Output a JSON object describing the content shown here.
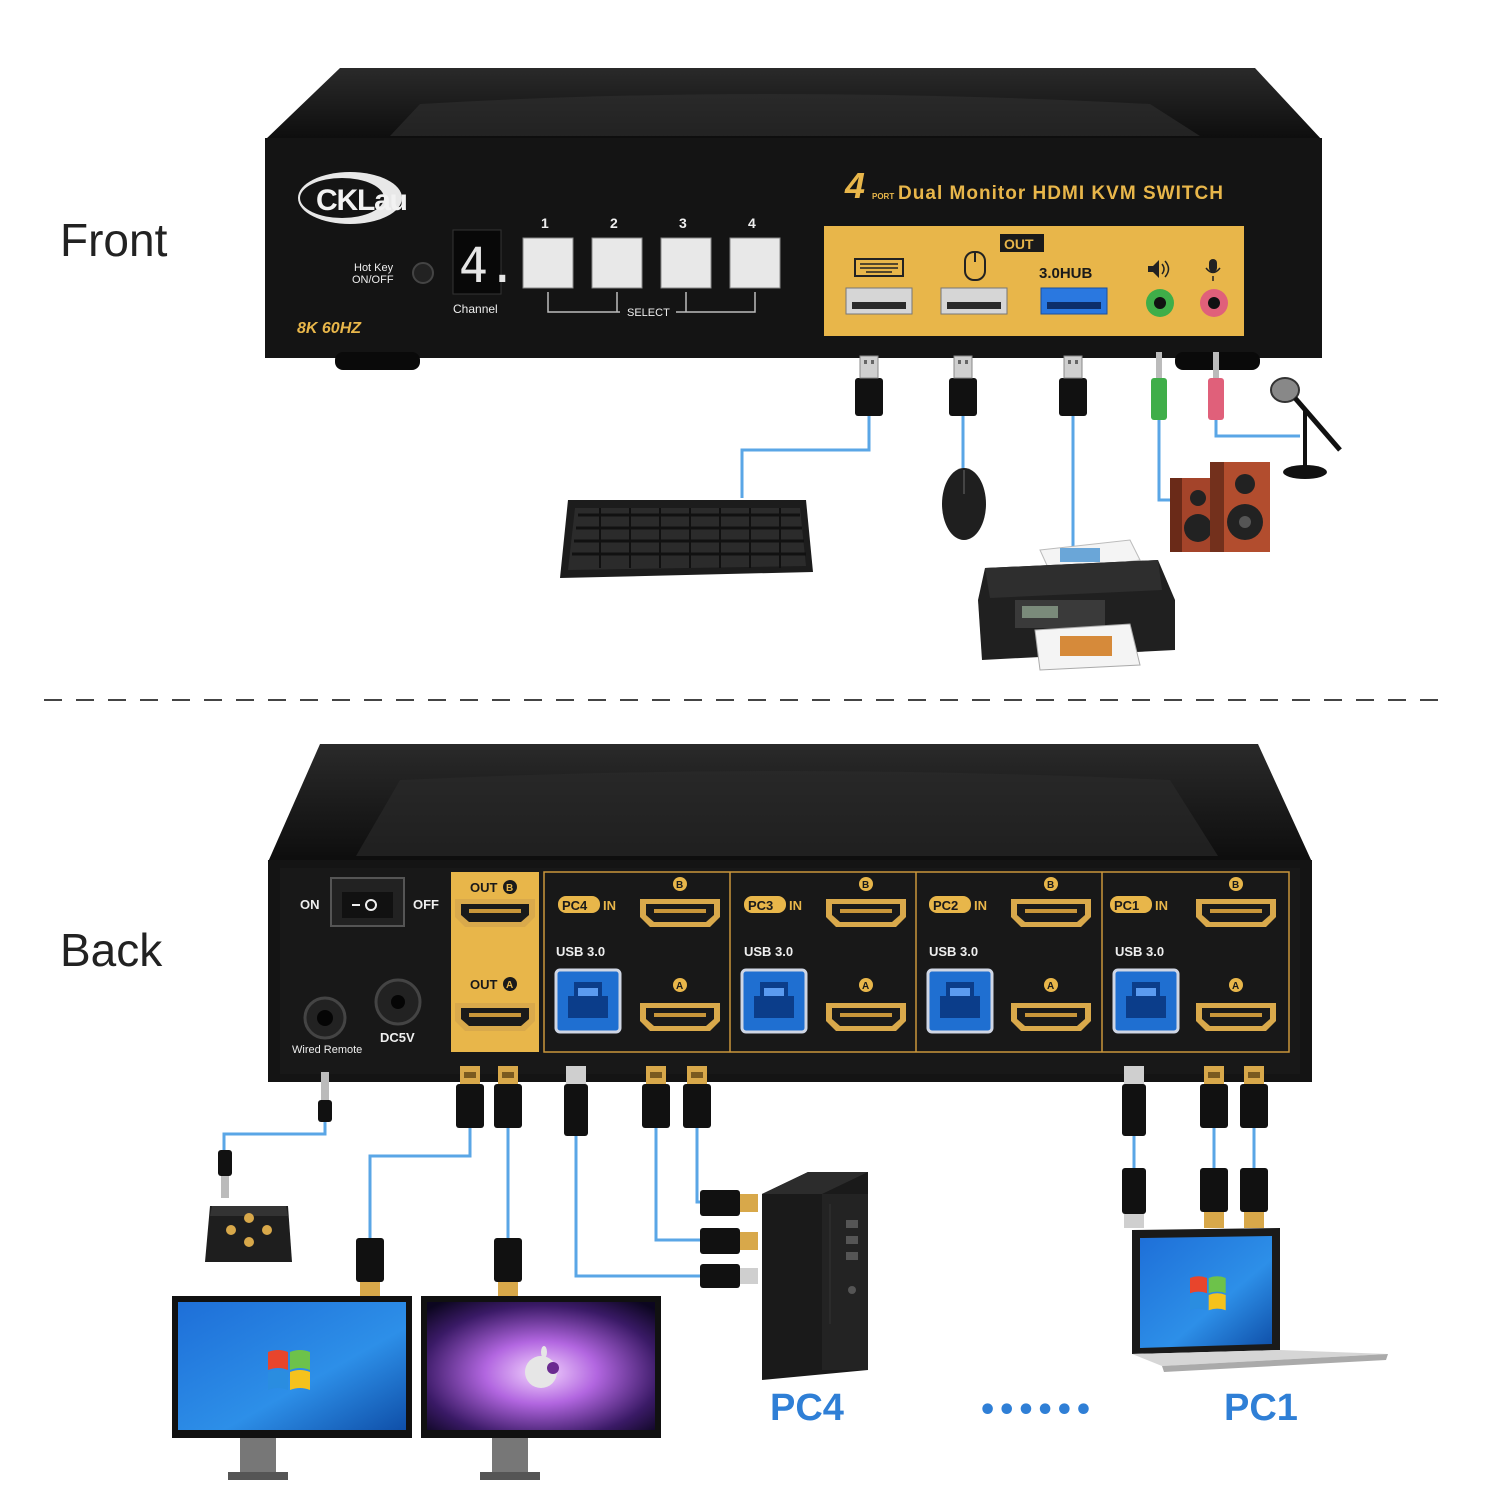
{
  "labels": {
    "front": "Front",
    "back": "Back",
    "pc4": "PC4",
    "pc1": "PC1",
    "dots": "••••••"
  },
  "front_panel": {
    "brand": "CKLau",
    "product_port_count": "4",
    "product_port_word": "PORT",
    "product_title": "Dual Monitor HDMI KVM SWITCH",
    "hotkey_line1": "Hot Key",
    "hotkey_line2": "ON/OFF",
    "channel_digit": "4.",
    "channel_label": "Channel",
    "buttons": [
      "1",
      "2",
      "3",
      "4"
    ],
    "select_label": "SELECT",
    "resolution": "8K 60HZ",
    "out_label": "OUT",
    "hub_label": "3.0HUB"
  },
  "back_panel": {
    "on": "ON",
    "off": "OFF",
    "wired_remote": "Wired Remote",
    "dc5v": "DC5V",
    "out_b": "OUT",
    "out_b_letter": "B",
    "out_a": "OUT",
    "out_a_letter": "A",
    "in_word": "IN",
    "usb_label": "USB 3.0",
    "hdmi_b": "B",
    "hdmi_a": "A",
    "groups": [
      "PC4",
      "PC3",
      "PC2",
      "PC1"
    ]
  },
  "colors": {
    "accent_gold": "#e8b64a",
    "cable_blue": "#5aa6e6",
    "label_blue": "#2f7fd6",
    "usb_blue": "#1f6fd1",
    "audio_green": "#3fae49",
    "audio_pink": "#e0607a"
  }
}
